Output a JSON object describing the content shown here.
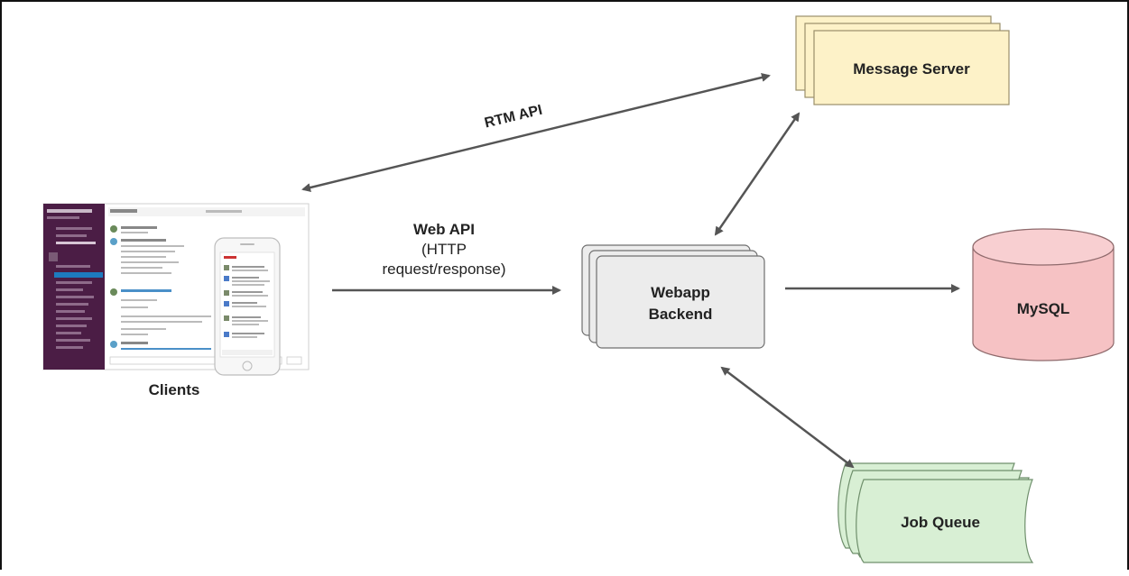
{
  "nodes": {
    "message_server": "Message Server",
    "webapp_backend_line1": "Webapp",
    "webapp_backend_line2": "Backend",
    "mysql": "MySQL",
    "job_queue": "Job Queue",
    "clients": "Clients"
  },
  "edges": {
    "rtm_api": "RTM API",
    "web_api_title": "Web API",
    "web_api_line2": "(HTTP",
    "web_api_line3": "request/response)"
  },
  "colors": {
    "message_server_fill": "#fdf2c8",
    "message_server_stroke": "#9a8f6a",
    "webapp_fill": "#ececec",
    "webapp_stroke": "#6f6f6f",
    "mysql_fill": "#f6c2c4",
    "mysql_stroke": "#8f6a6c",
    "job_queue_fill": "#d8efd4",
    "job_queue_stroke": "#6f8f6c",
    "arrow": "#555555",
    "client_sidebar": "#4b1d45"
  }
}
